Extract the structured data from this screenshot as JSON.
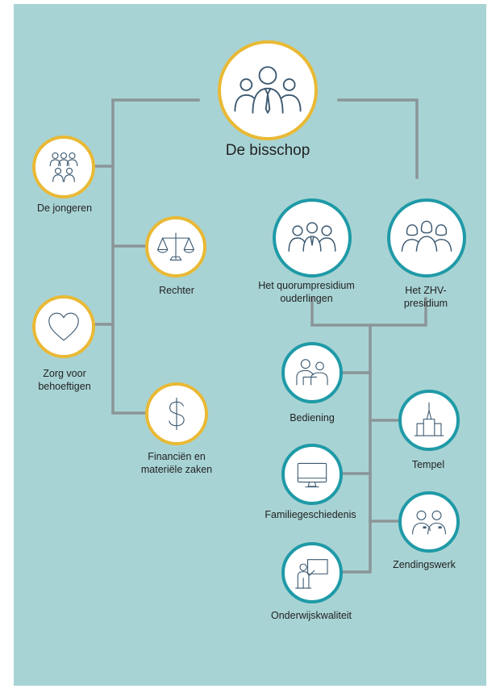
{
  "nodes": {
    "bishop": {
      "label": "De bisschop",
      "icon": "bishop-with-counselors-icon"
    },
    "youth": {
      "label": "De jongeren",
      "icon": "youth-group-icon"
    },
    "judge": {
      "label": "Rechter",
      "icon": "scales-of-justice-icon"
    },
    "care": {
      "label": "Zorg voor\nbehoeftigen",
      "icon": "heart-icon"
    },
    "finance": {
      "label": "Financiën en\nmateriële zaken",
      "icon": "dollar-sign-icon"
    },
    "elders": {
      "label": "Het quorumpresidium\nouderlingen",
      "icon": "three-men-icon"
    },
    "relief": {
      "label": "Het ZHV-presidium",
      "icon": "three-women-icon"
    },
    "ministering": {
      "label": "Bediening",
      "icon": "two-people-icon"
    },
    "temple": {
      "label": "Tempel",
      "icon": "temple-icon"
    },
    "family_history": {
      "label": "Familiegeschiedenis",
      "icon": "computer-monitor-icon"
    },
    "missionary": {
      "label": "Zendingswerk",
      "icon": "missionaries-icon"
    },
    "teaching": {
      "label": "Onderwijskwaliteit",
      "icon": "teacher-at-board-icon"
    }
  },
  "colors": {
    "background": "#a8d3d4",
    "gold_ring": "#e9b935",
    "teal_ring": "#1f9aa7",
    "connector": "#8a9597",
    "icon_stroke": "#3a5870"
  }
}
